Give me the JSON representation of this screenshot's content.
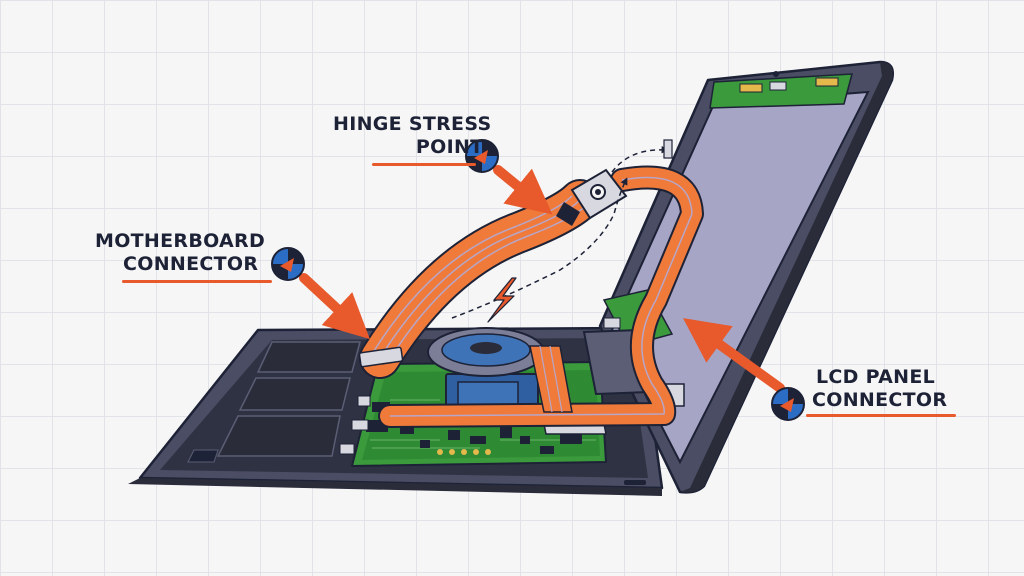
{
  "labels": {
    "hinge_stress_point": {
      "line1": "HINGE STRESS",
      "line2": "POINT"
    },
    "motherboard_connector": {
      "line1": "MOTHERBOARD",
      "line2": "CONNECTOR"
    },
    "lcd_panel_connector": {
      "line1": "LCD PANEL",
      "line2": "CONNECTOR"
    }
  },
  "colors": {
    "background": "#f6f6f7",
    "grid": "#e2e3e8",
    "accent_orange": "#e8592b",
    "cable_orange": "#ef7a3a",
    "cable_stripe": "#b8a6c8",
    "marker_blue": "#2b6cc4",
    "marker_dark": "#1d2236",
    "laptop_body": "#4a4d63",
    "laptop_inner": "#2a2c3a",
    "screen": "#a7a5c6",
    "pcb_green": "#3a9a3c",
    "cpu_blue": "#2f5fa0"
  },
  "icons": [
    "crosshair-marker-icon",
    "arrow-icon",
    "lightning-bolt-icon"
  ]
}
